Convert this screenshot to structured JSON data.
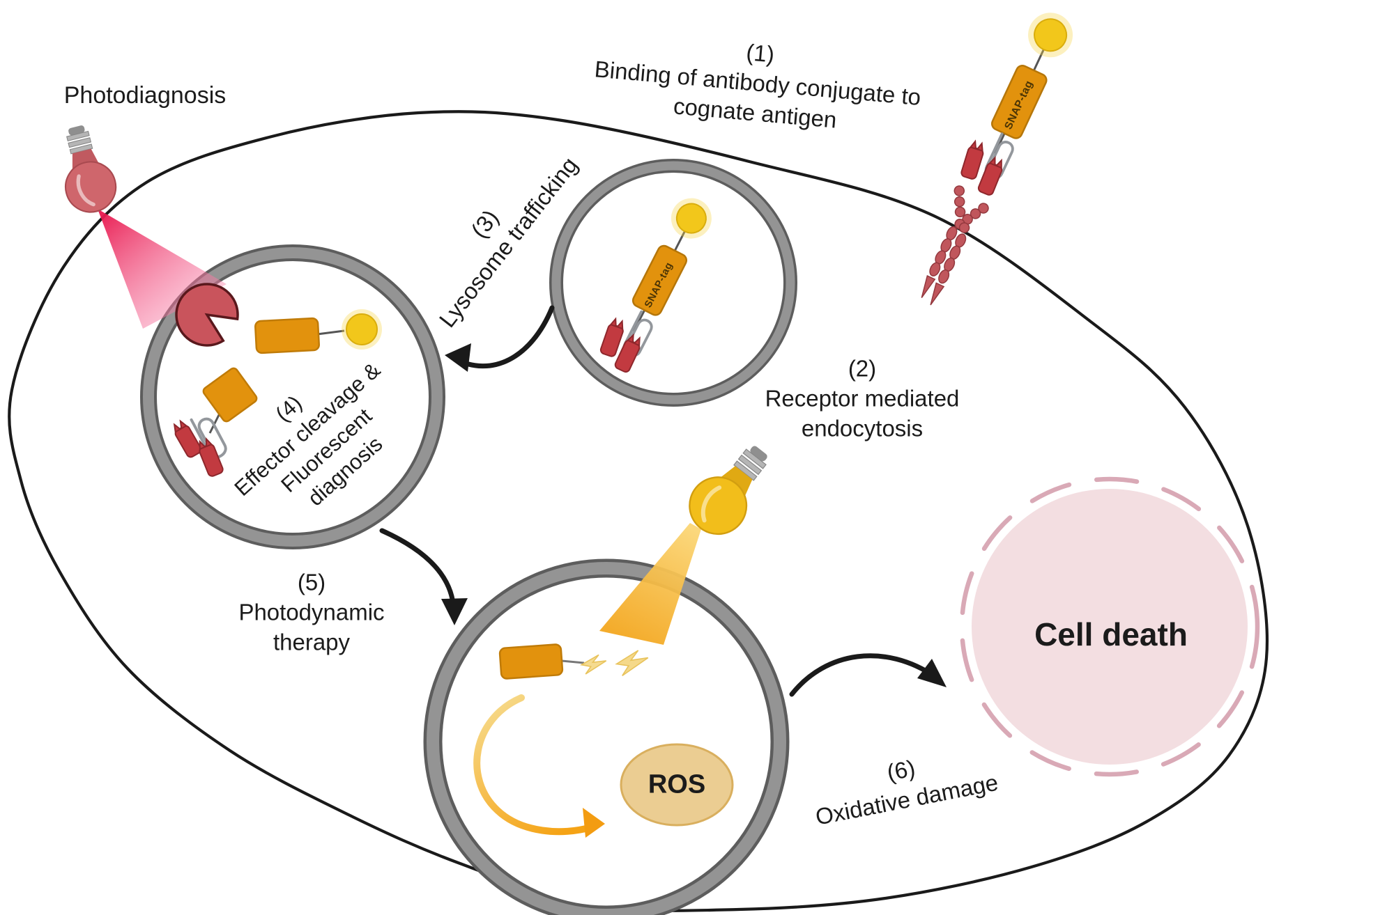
{
  "figure": {
    "background": "#ffffff",
    "labels": {
      "photodiagnosis": "Photodiagnosis",
      "cell_death": "Cell death",
      "ros": "ROS",
      "snap_tag": "SNAP-tag"
    },
    "steps": [
      {
        "num": "(1)",
        "lines": [
          "Binding of antibody conjugate to",
          "cognate antigen"
        ]
      },
      {
        "num": "(2)",
        "lines": [
          "Receptor mediated",
          "endocytosis"
        ]
      },
      {
        "num": "(3)",
        "lines": [
          "Lysosome trafficking"
        ]
      },
      {
        "num": "(4)",
        "lines": [
          "Effector cleavage &",
          "Fluorescent",
          "diagnosis"
        ]
      },
      {
        "num": "(5)",
        "lines": [
          "Photodynamic",
          "therapy"
        ]
      },
      {
        "num": "(6)",
        "lines": [
          "Oxidative damage"
        ]
      }
    ],
    "colors": {
      "membrane_outline": "#1a1a1a",
      "vesicle_ring": "#949494",
      "snap_tag_fill": "#e2920d",
      "fluorophore_yellow": "#f2c71b",
      "antibody_red": "#c23a40",
      "enzyme_maroon": "#c9545c",
      "red_light": "#e8194f",
      "yellow_light": "#f5b023",
      "ros_fill": "#ebcd92",
      "cell_death_fill": "#f3dee1",
      "cell_death_dash": "#d9a9b6"
    }
  }
}
